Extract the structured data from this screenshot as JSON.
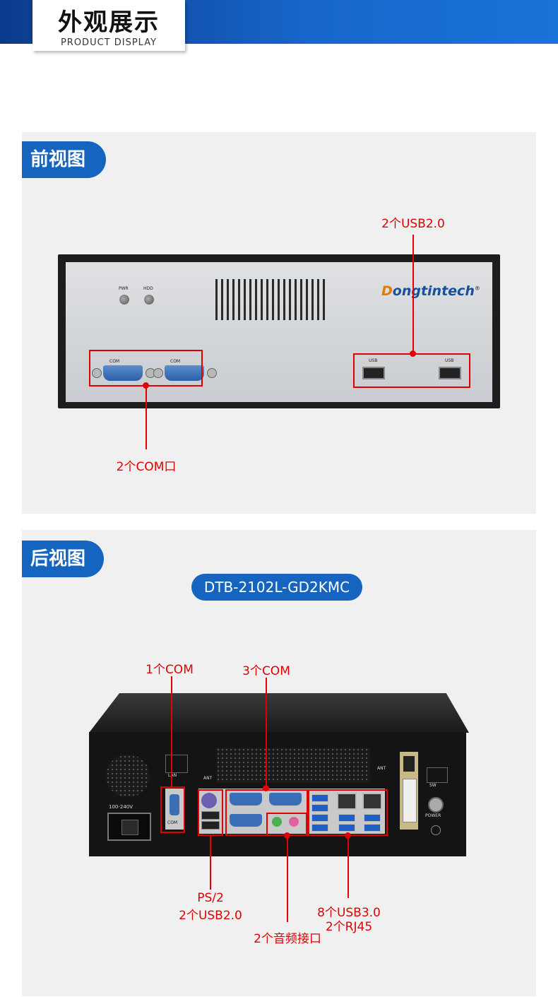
{
  "header": {
    "title": "外观展示",
    "subtitle": "PRODUCT DISPLAY"
  },
  "front": {
    "section_label": "前视图",
    "indicators": [
      "PWR",
      "HDD"
    ],
    "port_labels": {
      "com_1": "COM",
      "com_2": "COM",
      "usb_1": "USB",
      "usb_2": "USB"
    },
    "brand_first": "D",
    "brand_rest": "ongtintech",
    "brand_mark": "®",
    "callout_usb": "2个USB2.0",
    "callout_com": "2个COM口"
  },
  "rear": {
    "section_label": "后视图",
    "model": "DTB-2102L-GD2KMC",
    "device_labels": {
      "voltage": "100-240V",
      "lan": "LAN",
      "ant_1": "ANT",
      "ant_2": "ANT",
      "com": "COM",
      "sw": "SW",
      "power": "POWER"
    },
    "callout_1com": "1个COM",
    "callout_3com": "3个COM",
    "callout_ps2_line1": "PS/2",
    "callout_ps2_line2": "2个USB2.0",
    "callout_audio": "2个音频接口",
    "callout_usb3_line1": "8个USB3.0",
    "callout_usb3_line2": "2个RJ45"
  },
  "colors": {
    "accent_blue": "#1565c0",
    "callout_red": "#e00000",
    "panel_bg": "#f0f0f0"
  }
}
